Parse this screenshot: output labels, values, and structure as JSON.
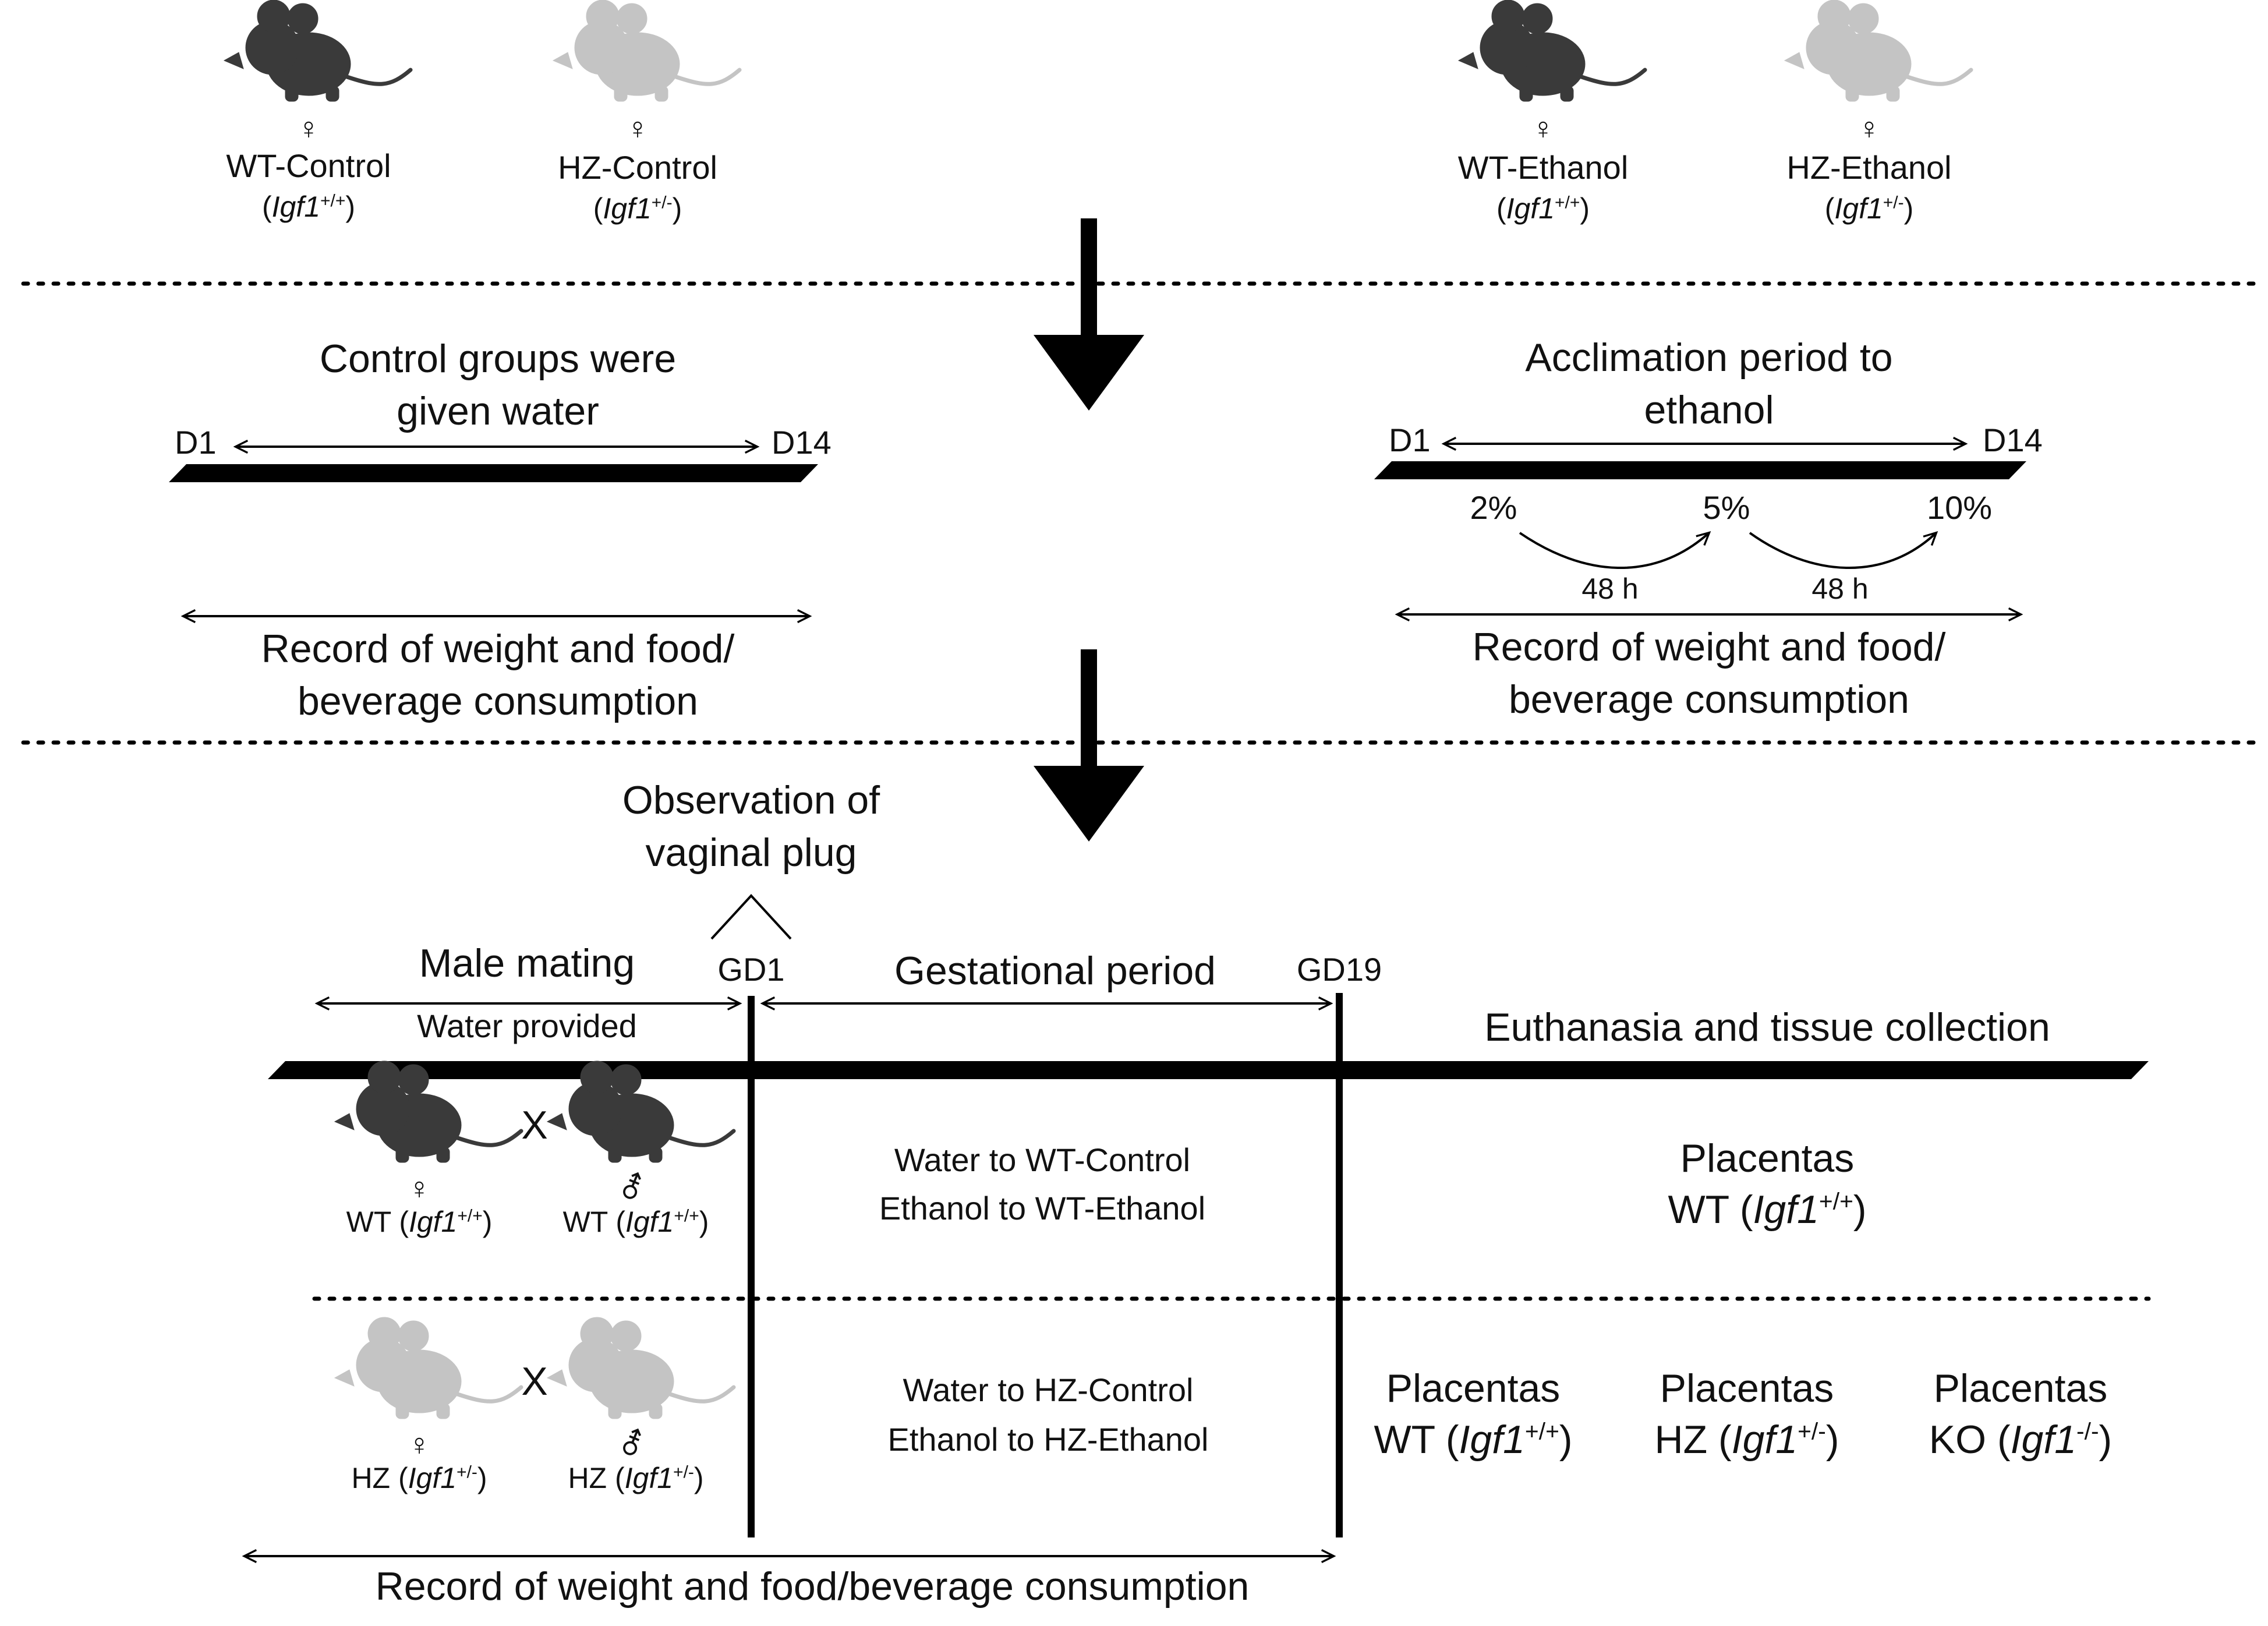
{
  "colors": {
    "ink": "#111111",
    "wt_mouse": "#3a3a3a",
    "hz_mouse": "#c4c4c4",
    "line": "#000000"
  },
  "icons": {
    "wt": "mouse-wt-icon",
    "hz": "mouse-hz-icon",
    "female": "female-symbol-icon",
    "male": "male-symbol-icon",
    "arrow": "down-arrow-icon"
  },
  "symbols": {
    "female": "♀",
    "male": "⚦",
    "cross": "X"
  },
  "groups": [
    {
      "name": "WT-Control",
      "gene": "Igf1",
      "sup": "+/+"
    },
    {
      "name": "HZ-Control",
      "gene": "Igf1",
      "sup": "+/-"
    },
    {
      "name": "WT-Ethanol",
      "gene": "Igf1",
      "sup": "+/+"
    },
    {
      "name": "HZ-Ethanol",
      "gene": "Igf1",
      "sup": "+/-"
    }
  ],
  "control": {
    "title_line1": "Control groups were",
    "title_line2": "given water",
    "start": "D1",
    "end": "D14",
    "record_line1": "Record of weight and food/",
    "record_line2": "beverage consumption"
  },
  "ethanol": {
    "title_line1": "Acclimation period to",
    "title_line2": "ethanol",
    "start": "D1",
    "end": "D14",
    "pct1": "2%",
    "pct2": "5%",
    "pct3": "10%",
    "interval1": "48 h",
    "interval2": "48 h",
    "record_line1": "Record of weight and food/",
    "record_line2": "beverage consumption"
  },
  "gestation": {
    "plug_line1": "Observation of",
    "plug_line2": "vaginal plug",
    "mating": "Male mating",
    "water_provided": "Water provided",
    "gd1": "GD1",
    "period": "Gestational period",
    "gd19": "GD19",
    "euthanasia": "Euthanasia and tissue collection",
    "wt_pair": {
      "female_label": "WT (",
      "female_gene": "Igf1",
      "female_sup": "+/+",
      "close": ")",
      "male_label": "WT (",
      "male_gene": "Igf1",
      "male_sup": "+/+",
      "treat_line1": "Water to WT-Control",
      "treat_line2": "Ethanol to WT-Ethanol"
    },
    "hz_pair": {
      "female_label": "HZ (",
      "female_gene": "Igf1",
      "female_sup": "+/-",
      "close": ")",
      "male_label": "HZ (",
      "male_gene": "Igf1",
      "male_sup": "+/-",
      "treat_line1": "Water to HZ-Control",
      "treat_line2": "Ethanol to HZ-Ethanol"
    },
    "placentas_word": "Placentas",
    "placentas_wt": {
      "prefix": "WT (",
      "gene": "Igf1",
      "sup": "+/+"
    },
    "placentas_hz": [
      {
        "prefix": "WT (",
        "gene": "Igf1",
        "sup": "+/+"
      },
      {
        "prefix": "HZ (",
        "gene": "Igf1",
        "sup": "+/-"
      },
      {
        "prefix": "KO (",
        "gene": "Igf1",
        "sup": "-/-"
      }
    ],
    "record": "Record of weight and food/beverage consumption"
  }
}
